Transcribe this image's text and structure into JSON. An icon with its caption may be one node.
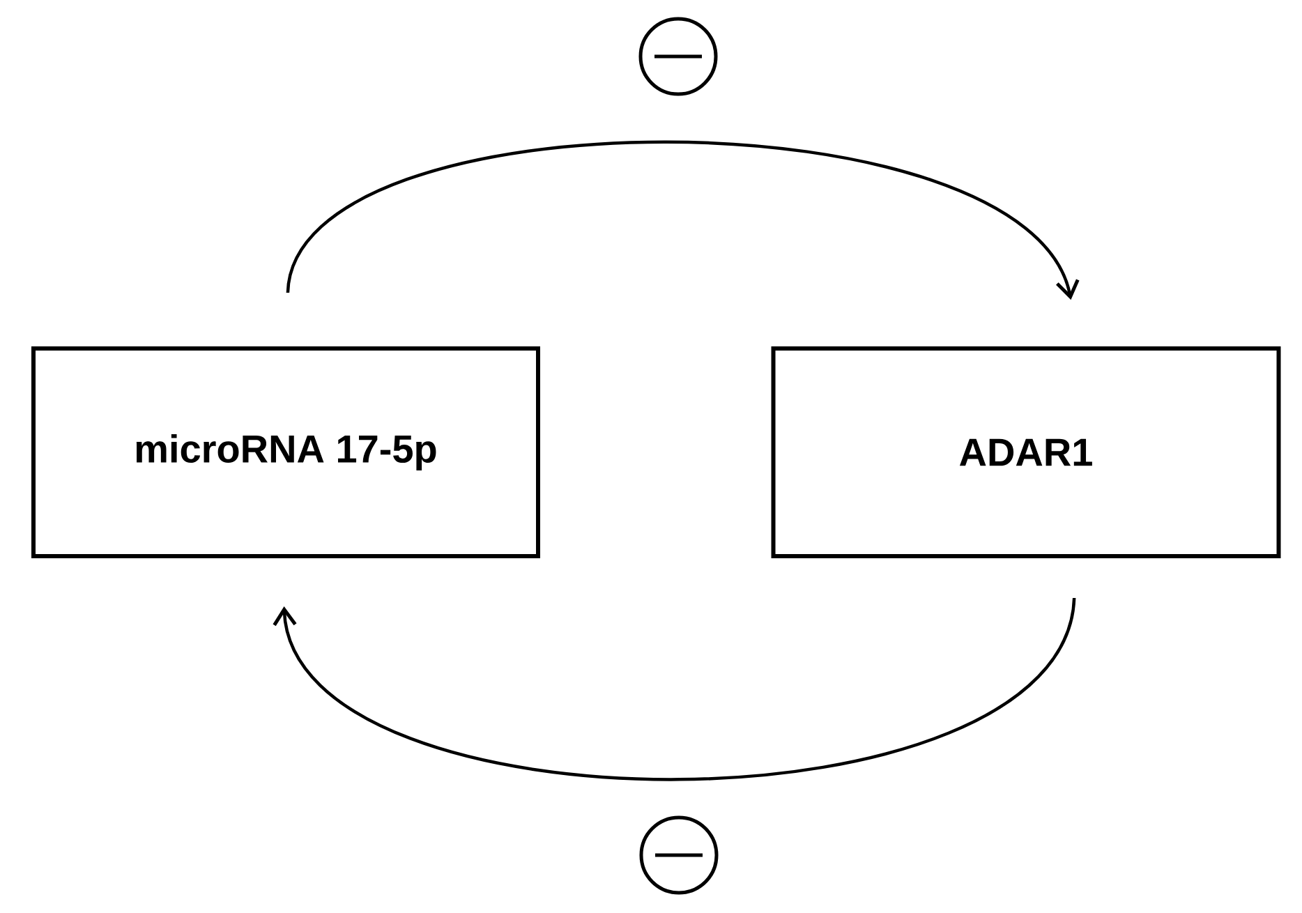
{
  "diagram": {
    "nodes": [
      {
        "text": [
          "microRNA 17-5p"
        ]
      },
      {
        "text": [
          "ADAR1"
        ]
      }
    ],
    "edges": [
      {
        "from": 0,
        "to": 1,
        "arrow": "to"
      },
      {
        "from": 1,
        "to": 0,
        "arrow": "to"
      }
    ]
  }
}
